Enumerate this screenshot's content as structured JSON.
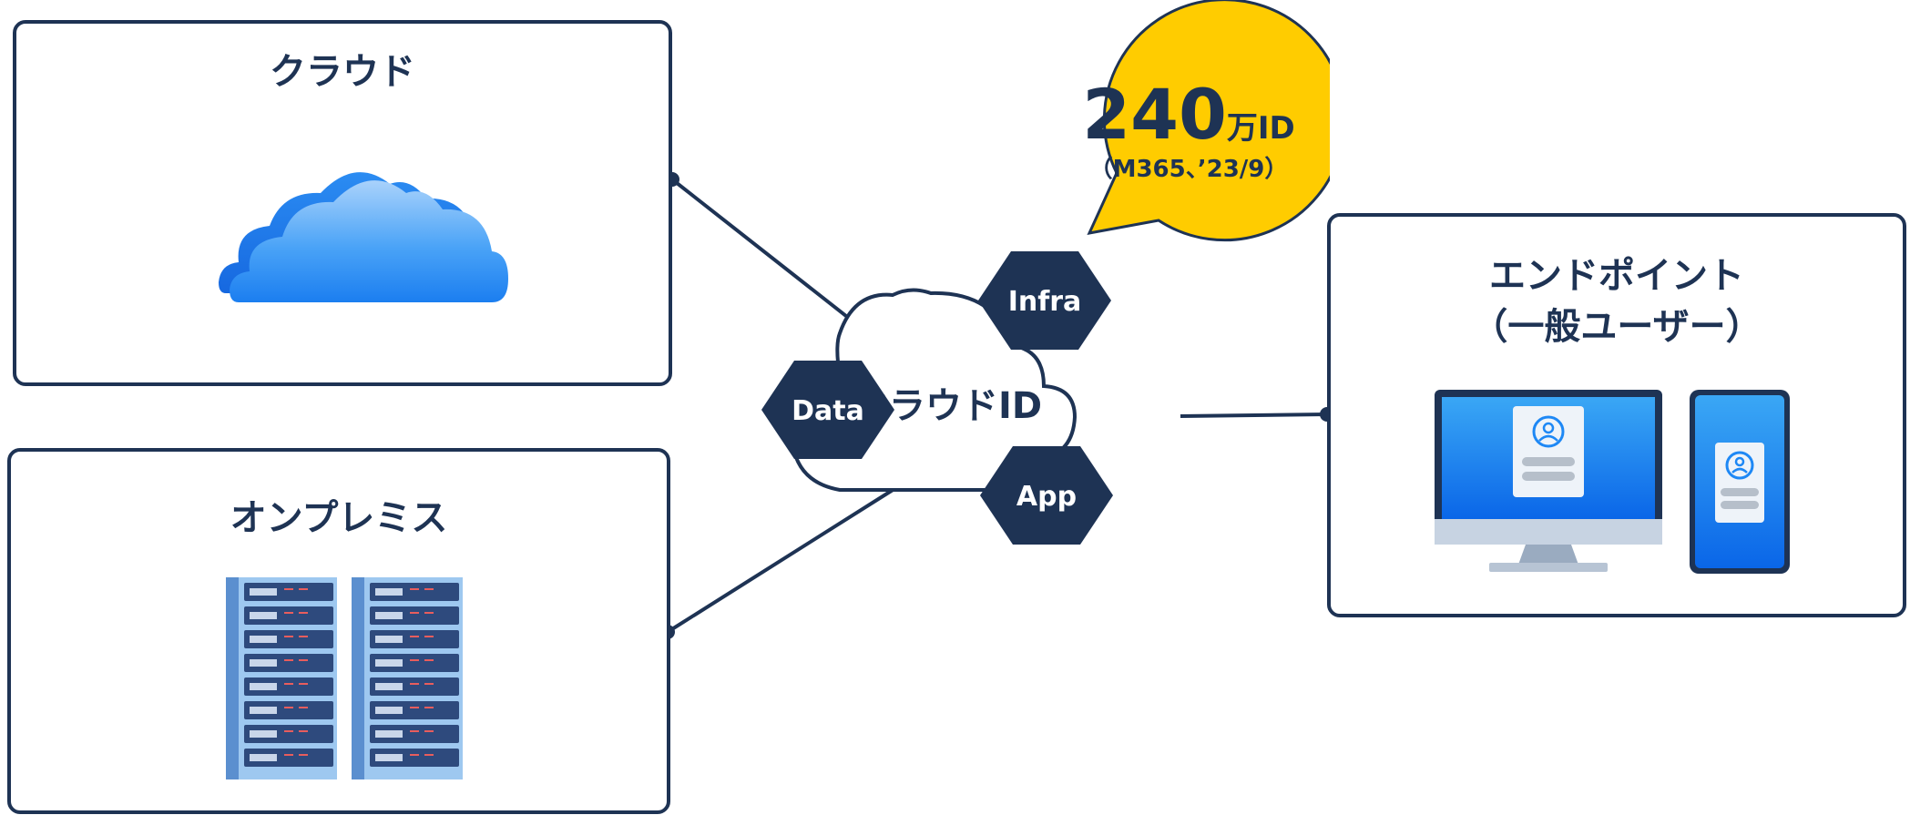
{
  "boxes": {
    "cloud": {
      "title": "クラウド"
    },
    "onprem": {
      "title": "オンプレミス"
    },
    "endpoint": {
      "title_line1": "エンドポイント",
      "title_line2": "（一般ユーザー）"
    }
  },
  "center": {
    "label": "クラウドID",
    "hexagons": {
      "infra": "Infra",
      "data": "Data",
      "app": "App"
    }
  },
  "bubble": {
    "number": "240",
    "unit": "万ID",
    "note": "（M365、’23/9）"
  },
  "colors": {
    "navy": "#1e3354",
    "bubble_yellow": "#ffcc00",
    "cloud_blue": "#1e88f5",
    "screen_blue": "#0a74f0",
    "server_blue": "#2e4a7d"
  }
}
